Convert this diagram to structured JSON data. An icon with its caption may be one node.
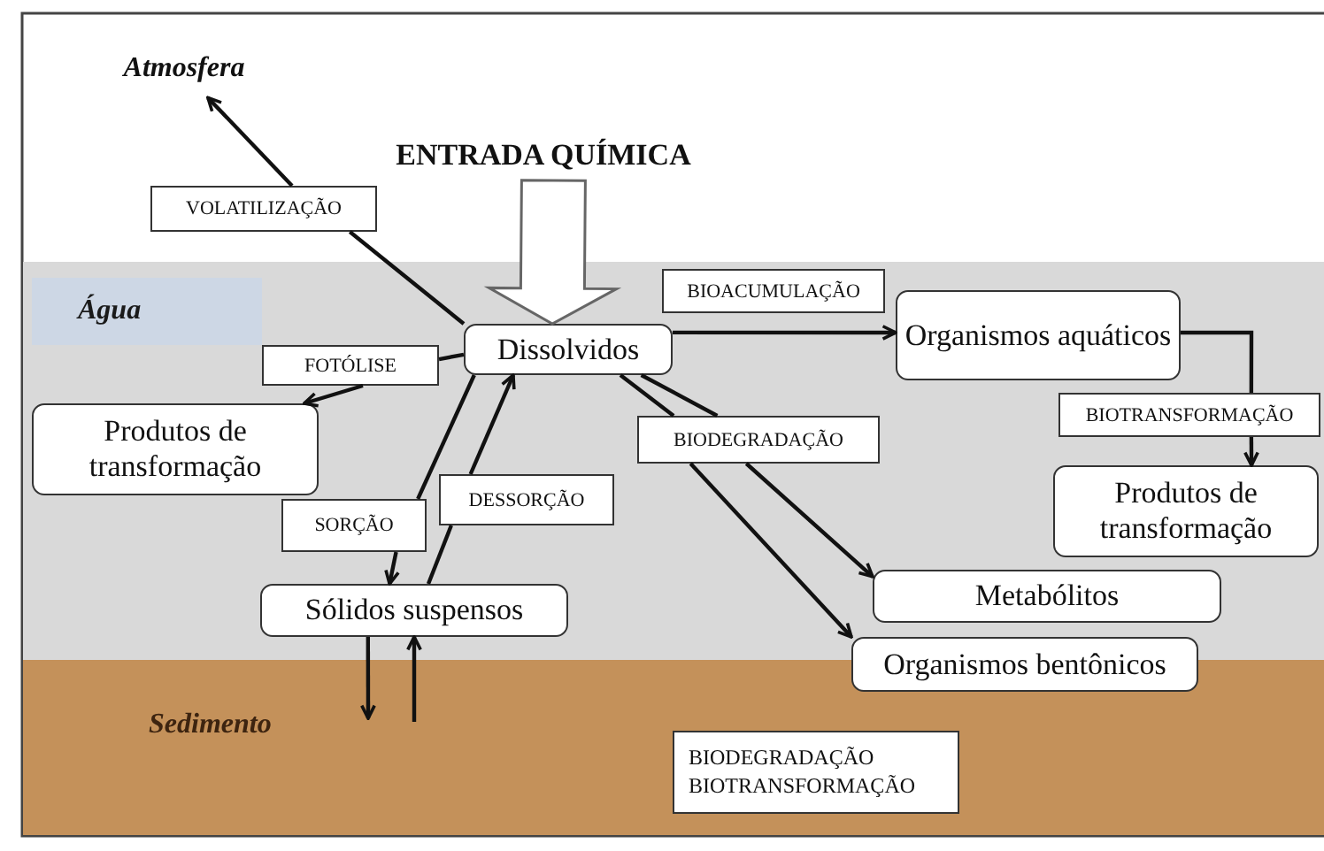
{
  "diagram": {
    "nodes": [
      {
        "text": [
          "Atmosfera"
        ]
      },
      {
        "text": [
          "ENTRADA QUÍMICA"
        ]
      },
      {
        "text": [
          "Água"
        ]
      },
      {
        "text": [
          "Dissolvidos"
        ],
        "in": 2
      },
      {
        "text": [
          "Organismos aquáticos"
        ],
        "in": 2
      },
      {
        "text": [
          "Produtos de transformação"
        ],
        "in": 2
      },
      {
        "text": [
          "Produtos de transformação"
        ],
        "in": 2
      },
      {
        "text": [
          "Sólidos suspensos"
        ],
        "in": 2
      },
      {
        "text": [
          "Metabólitos"
        ],
        "in": 2
      },
      {
        "text": [
          "Organismos bentônicos"
        ]
      },
      {
        "text": [
          "Sedimento"
        ]
      },
      {
        "text": [
          "BIODEGRADAÇÃO BIOTRANSFORMAÇÃO"
        ],
        "in": 10
      },
      {
        "text": [
          "VOLATILIZAÇÃO"
        ]
      },
      {
        "text": [
          "BIODEGRADAÇÃO"
        ],
        "in": 2
      },
      {
        "text": [
          "FOTÓLISE"
        ],
        "in": 2
      },
      {
        "text": [
          "BIOACUMULAÇÃO"
        ],
        "in": 2
      },
      {
        "text": [
          "BIOTRANSFORMAÇÃO"
        ],
        "in": 2
      },
      {
        "text": [
          "SORÇÃO"
        ],
        "in": 2
      },
      {
        "text": [
          "DESSORÇÃO"
        ],
        "in": 2
      }
    ],
    "edges": [
      {
        "from": 3,
        "to": 12,
        "arrow": "none"
      },
      {
        "from": 12,
        "to": 0,
        "arrow": "to"
      },
      {
        "from": 1,
        "to": 3,
        "arrow": "to",
        "style": "thick"
      },
      {
        "from": 3,
        "to": 14,
        "arrow": "none"
      },
      {
        "from": 14,
        "to": 5,
        "arrow": "to"
      },
      {
        "from": 3,
        "to": 4,
        "arrow": "to"
      },
      {
        "from": 4,
        "to": 16,
        "arrow": "none"
      },
      {
        "from": 16,
        "to": 6,
        "arrow": "to"
      },
      {
        "from": 3,
        "to": 17,
        "arrow": "none"
      },
      {
        "from": 17,
        "to": 7,
        "arrow": "to"
      },
      {
        "from": 7,
        "to": 18,
        "arrow": "none"
      },
      {
        "from": 18,
        "to": 3,
        "arrow": "to"
      },
      {
        "from": 3,
        "to": 13,
        "arrow": "none"
      },
      {
        "from": 3,
        "to": 13,
        "arrow": "none"
      },
      {
        "from": 13,
        "to": 8,
        "arrow": "to"
      },
      {
        "from": 13,
        "to": 9,
        "arrow": "to"
      },
      {
        "from": 7,
        "to": null,
        "arrow": "to"
      },
      {
        "from": null,
        "to": 7,
        "arrow": "to"
      }
    ]
  }
}
